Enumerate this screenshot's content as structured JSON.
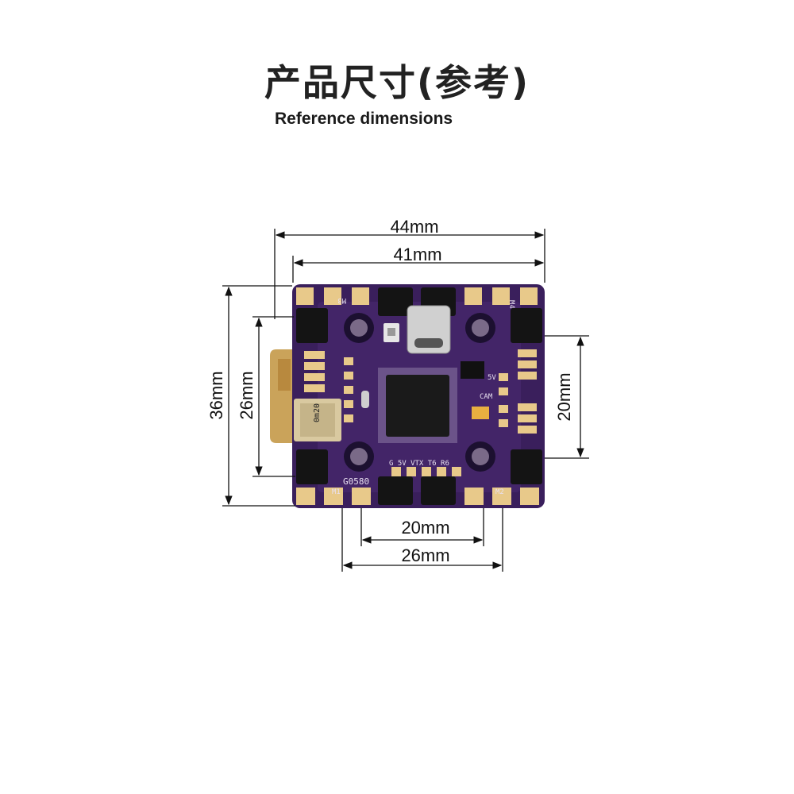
{
  "header": {
    "title": "产品尺寸(参考)",
    "subtitle": "Reference dimensions"
  },
  "dimensions": {
    "overall_width": "44mm",
    "mount_width": "41mm",
    "overall_height": "36mm",
    "mount_height": "26mm",
    "side_pad_height": "20mm",
    "bottom_inner": "20mm",
    "bottom_outer": "26mm"
  },
  "board": {
    "silk_m1": "M1",
    "silk_m2": "M2",
    "silk_m3": "M3",
    "silk_m4": "M4",
    "silk_model": "G0580",
    "silk_bottom_pins": "G  5V VTX T6 R6",
    "silk_5v": "5V",
    "silk_cam": "CAM",
    "connector_label": "0m20",
    "colors": {
      "pcb": "#3a1f5c",
      "pad": "#e8c98a",
      "mosfet": "#141414"
    }
  }
}
